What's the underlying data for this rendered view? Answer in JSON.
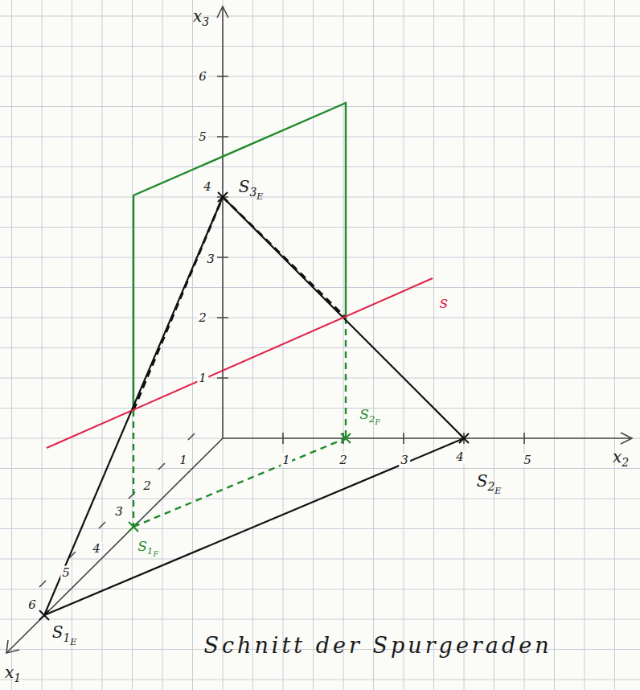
{
  "diagram": {
    "caption": "Schnitt der Spurgeraden",
    "labels": [
      "x3",
      "x2",
      "x1",
      "6",
      "5",
      "4",
      "3",
      "2",
      "1",
      "1",
      "2",
      "3",
      "4",
      "5",
      "1",
      "2",
      "3",
      "4",
      "5",
      "6",
      "S3E",
      "S2E",
      "S1E",
      "S2F",
      "S1F",
      "s"
    ]
  }
}
